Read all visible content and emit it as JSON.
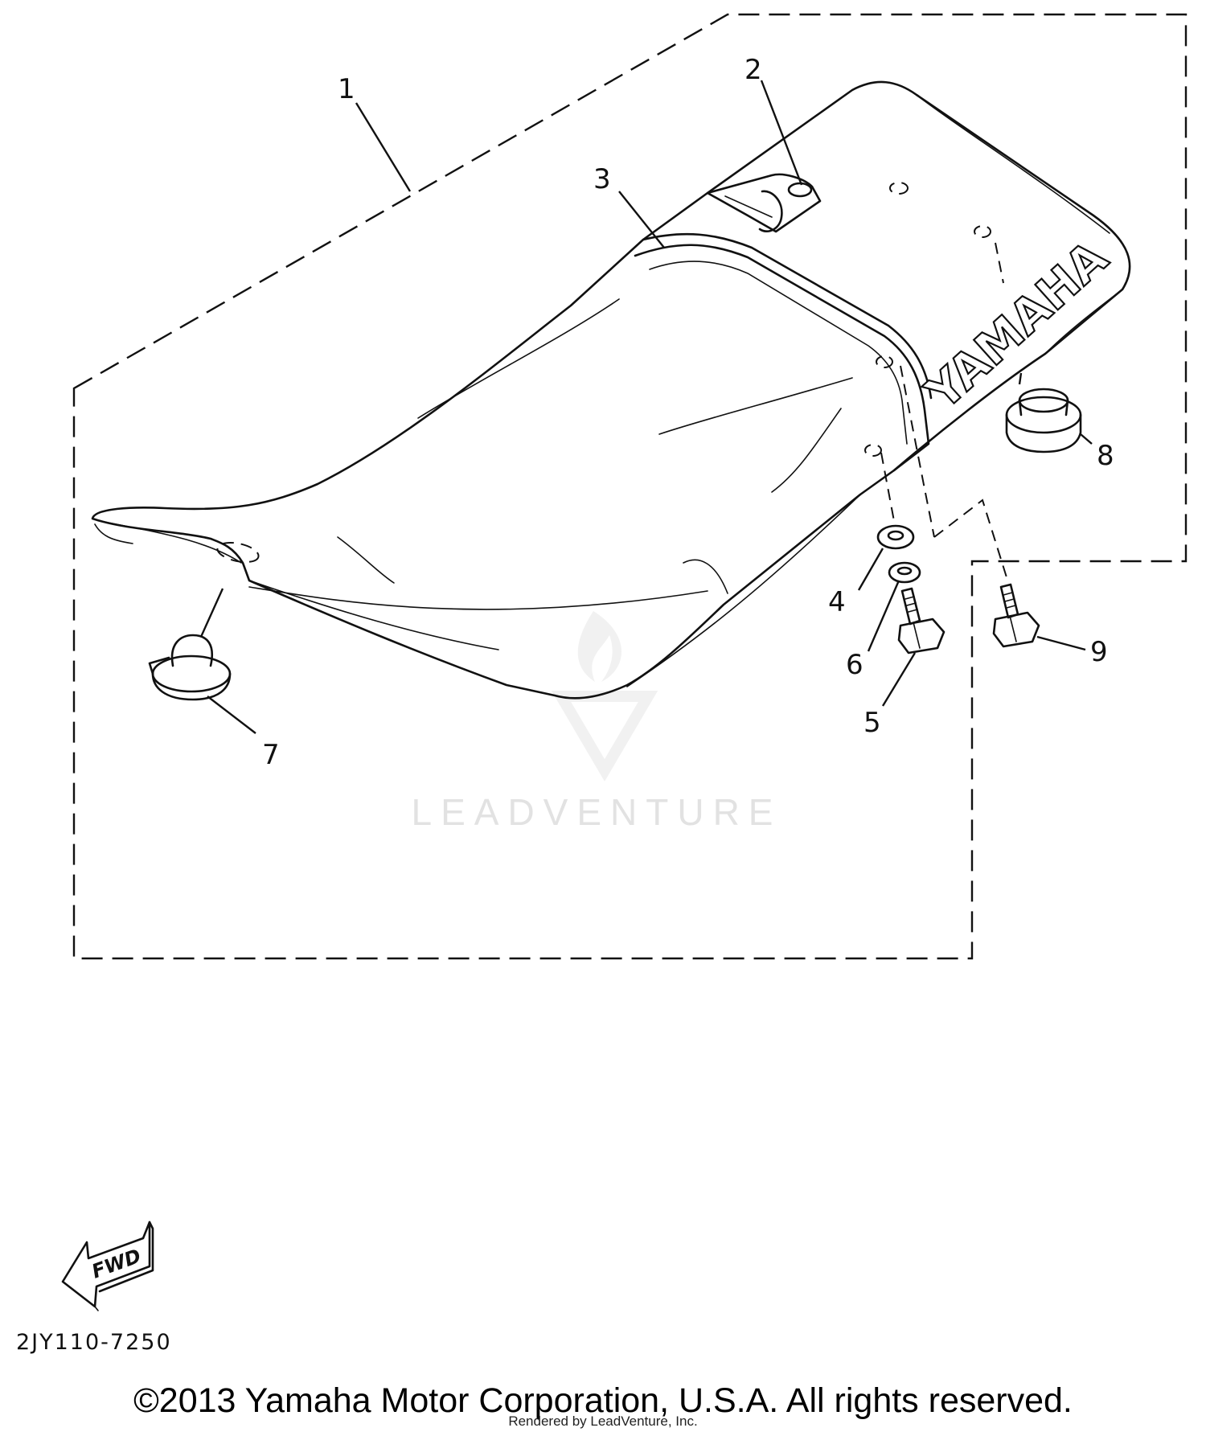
{
  "callouts": [
    "1",
    "2",
    "3",
    "4",
    "5",
    "6",
    "7",
    "8",
    "9"
  ],
  "brand_text": "YAMAHA",
  "direction_label": "FWD",
  "diagram_code": "2JY110-7250",
  "watermark": "LEADVENTURE",
  "copyright": "©2013 Yamaha Motor Corporation, U.S.A. All rights reserved.",
  "rendered_by": "Rendered by LeadVenture, Inc."
}
